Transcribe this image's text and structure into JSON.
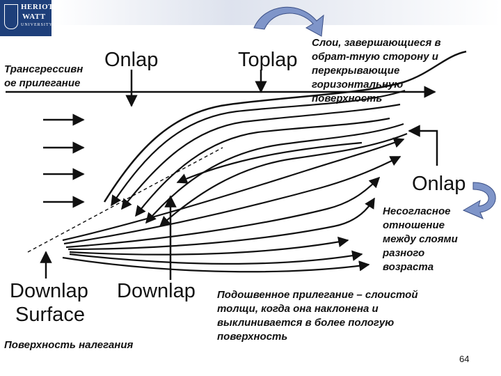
{
  "logo": {
    "line1": "HERIOT",
    "line2": "WATT",
    "line3": "UNIVERSITY"
  },
  "labels": {
    "onlap_top": "Onlap",
    "toplap": "Toplap",
    "onlap_right": "Onlap",
    "downlap_surface_1": "Downlap",
    "downlap_surface_2": "Surface",
    "downlap": "Downlap"
  },
  "russian": {
    "transgressive_1": "Трансгрессивн",
    "transgressive_2": "ое прилегание",
    "toplap_desc": [
      "Слои, завершающиеся в",
      "обрат-тную сторону и",
      "перекрывающие",
      "горизонтальную",
      "поверхность"
    ],
    "unconformity": [
      "Несогласное",
      "отношение",
      "между слоями",
      "разного",
      "возраста"
    ],
    "downlap_desc": [
      "Подошвенное прилегание – слоистой",
      "толщи, когда она наклонена и",
      "выклинивается в более пологую",
      "поверхность"
    ],
    "surface_desc": "Поверхность налегания"
  },
  "page_number": "64",
  "colors": {
    "logo_bg": "#1e3f7a",
    "arrow_fill": "#7f95c9",
    "line": "#111111"
  }
}
